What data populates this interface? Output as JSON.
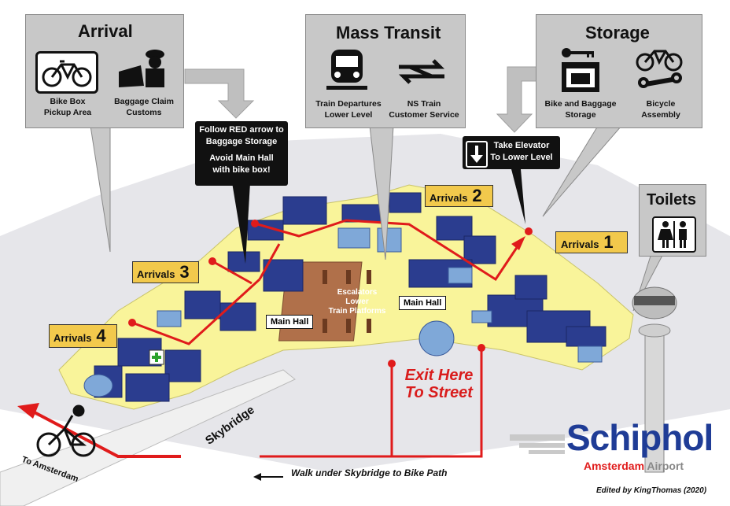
{
  "callouts": {
    "arrival": {
      "title": "Arrival",
      "icons": [
        {
          "icon": "bicycle-icon",
          "caption_line1": "Bike Box",
          "caption_line2": "Pickup Area"
        },
        {
          "icon": "customs-officer-icon",
          "caption_line1": "Baggage Claim",
          "caption_line2": "Customs"
        }
      ]
    },
    "mass_transit": {
      "title": "Mass Transit",
      "icons": [
        {
          "icon": "train-icon",
          "caption_line1": "Train Departures",
          "caption_line2": "Lower Level"
        },
        {
          "icon": "ns-logo-icon",
          "caption_line1": "NS Train",
          "caption_line2": "Customer Service"
        }
      ]
    },
    "storage": {
      "title": "Storage",
      "icons": [
        {
          "icon": "luggage-locker-icon",
          "caption_line1": "Bike and Baggage",
          "caption_line2": "Storage"
        },
        {
          "icon": "bicycle-icon",
          "caption_line1": "Bicycle",
          "caption_line2": "Assembly"
        }
      ]
    },
    "toilets": {
      "title": "Toilets",
      "icon": "toilets-icon"
    }
  },
  "notes": {
    "follow_red": {
      "line1": "Follow RED arrow to",
      "line2": "Baggage Storage",
      "line3": "Avoid Main Hall",
      "line4": "with bike box!"
    },
    "elevator": {
      "line1": "Take Elevator",
      "line2": "To Lower Level"
    }
  },
  "arrivals_labels": [
    {
      "text": "Arrivals",
      "num": "1"
    },
    {
      "text": "Arrivals",
      "num": "2"
    },
    {
      "text": "Arrivals",
      "num": "3"
    },
    {
      "text": "Arrivals",
      "num": "4"
    }
  ],
  "hall_labels": [
    "Main Hall",
    "Main Hall"
  ],
  "escalators": {
    "line1": "Escalators",
    "line2": "Lower",
    "line3": "Train Platforms"
  },
  "exit": {
    "line1": "Exit Here",
    "line2": "To Street"
  },
  "skybridge_label": "Skybridge",
  "walk_note": "Walk under Skybridge to Bike Path",
  "to_amsterdam": "To Amsterdam",
  "logo": {
    "name": "Schiphol",
    "sub_red": "Amsterdam",
    "sub_gray": "Airport"
  },
  "credit": "Edited by KingThomas (2020)",
  "colors": {
    "floor": "#f9f49a",
    "route": "#e01b1b",
    "building": "#2b3d8f",
    "callout": "#c8c8c8",
    "label": "#f2c94c",
    "logo_blue": "#1f3c96"
  }
}
